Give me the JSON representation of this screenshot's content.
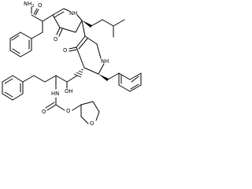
{
  "molecule": {
    "atom_labels": {
      "amide_nh2": "NH",
      "amide_nh2_sub": "2",
      "amide_o": "O",
      "ring1_o": "O",
      "ring1_nh": "NH",
      "ring2_o": "O",
      "ring2_nh": "NH",
      "hydroxyl": "OH",
      "carbamate_nh": "HN",
      "carbamate_o_carbonyl": "O",
      "carbamate_o_ester": "O",
      "thf_o": "O"
    }
  }
}
